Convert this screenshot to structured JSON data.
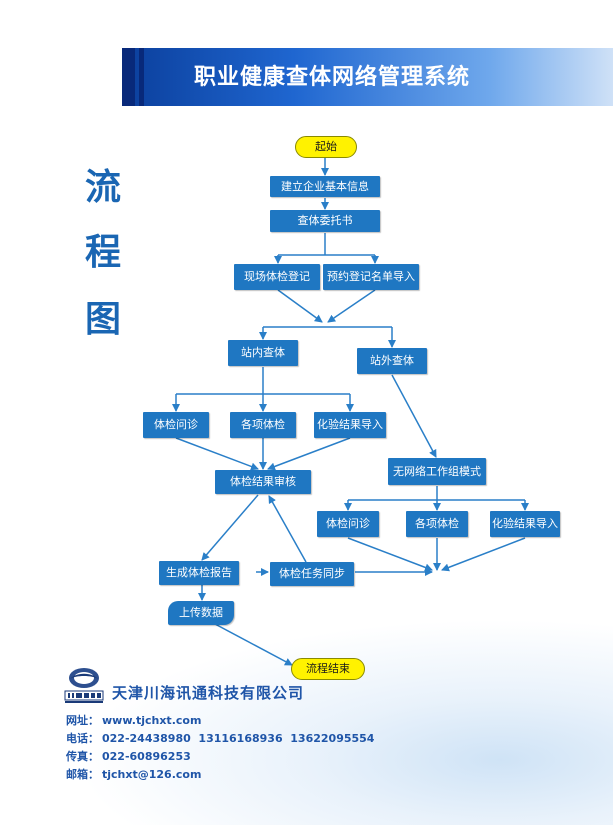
{
  "header": {
    "title": "职业健康查体网络管理系统"
  },
  "side_title": [
    "流",
    "程",
    "图"
  ],
  "flow": {
    "start": "起始",
    "step1": "建立企业基本信息",
    "step2": "查体委托书",
    "onsite_register": "现场体检登记",
    "preregister_import": "预约登记名单导入",
    "in_station": "站内查体",
    "out_station": "站外查体",
    "inquiry": "体检问诊",
    "exams": "各项体检",
    "lab_import": "化验结果导入",
    "review": "体检结果审核",
    "offline_mode": "无网络工作组模式",
    "out_inquiry": "体检问诊",
    "out_exams": "各项体检",
    "out_lab_import": "化验结果导入",
    "gen_report": "生成体检报告",
    "task_sync": "体检任务同步",
    "upload": "上传数据",
    "end": "流程结束"
  },
  "company": {
    "name": "天津川海讯通科技有限公司",
    "website_label": "网址：",
    "website": "www.tjchxt.com",
    "phone_label": "电话：",
    "phone": "022-24438980  13116168936  13622095554",
    "fax_label": "传真：",
    "fax": "022-60896253",
    "email_label": "邮箱：",
    "email": "tjchxt@126.com"
  },
  "colors": {
    "node": "#1f77c2",
    "terminal": "#fff200",
    "header_dark": "#08297a",
    "text_blue": "#1f55a8"
  }
}
